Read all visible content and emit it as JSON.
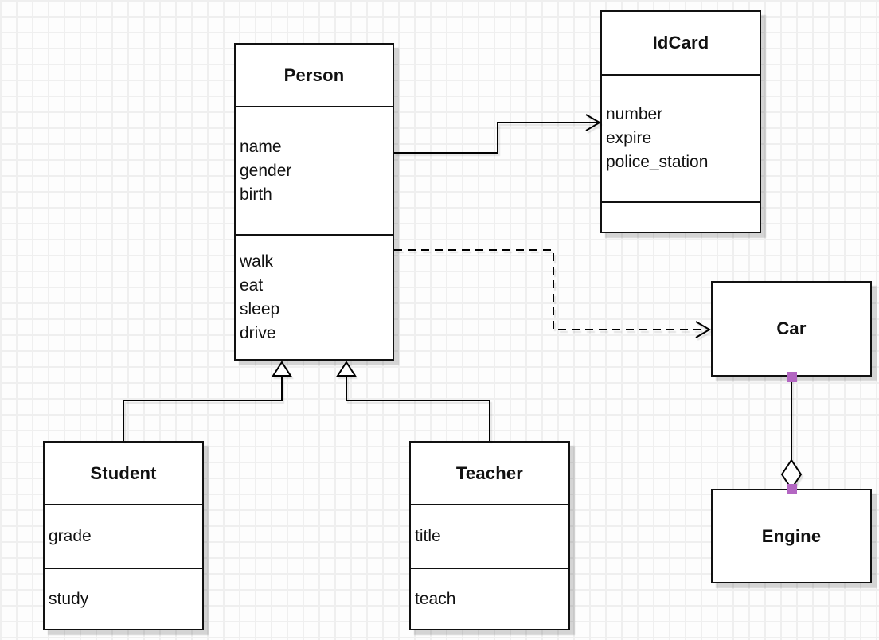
{
  "diagram": {
    "kind": "uml-class-diagram",
    "classes": [
      {
        "name": "Person",
        "attributes": [
          "name",
          "gender",
          "birth"
        ],
        "methods": [
          "walk",
          "eat",
          "sleep",
          "drive"
        ]
      },
      {
        "name": "IdCard",
        "attributes": [
          "number",
          "expire",
          "police_station"
        ],
        "methods": []
      },
      {
        "name": "Car",
        "attributes": [],
        "methods": []
      },
      {
        "name": "Engine",
        "attributes": [],
        "methods": []
      },
      {
        "name": "Student",
        "attributes": [
          "grade"
        ],
        "methods": [
          "study"
        ]
      },
      {
        "name": "Teacher",
        "attributes": [
          "title"
        ],
        "methods": [
          "teach"
        ]
      }
    ],
    "relationships": [
      {
        "type": "association",
        "from": "Person",
        "to": "IdCard",
        "line": "solid",
        "arrow": "open-arrow"
      },
      {
        "type": "dependency",
        "from": "Person",
        "to": "Car",
        "line": "dashed",
        "arrow": "open-arrow"
      },
      {
        "type": "generalization",
        "from": "Student",
        "to": "Person",
        "line": "solid",
        "arrow": "hollow-triangle"
      },
      {
        "type": "generalization",
        "from": "Teacher",
        "to": "Person",
        "line": "solid",
        "arrow": "hollow-triangle"
      },
      {
        "type": "aggregation",
        "from": "Car",
        "to": "Engine",
        "line": "solid",
        "arrow": "hollow-diamond"
      }
    ]
  },
  "colors": {
    "stroke": "#000000",
    "box_border": "#111111",
    "box_fill": "#ffffff",
    "grid_line": "#efefef",
    "background": "#fdfdfd",
    "handle": "#b366c2",
    "shadow": "rgba(0,0,0,0.16)"
  }
}
